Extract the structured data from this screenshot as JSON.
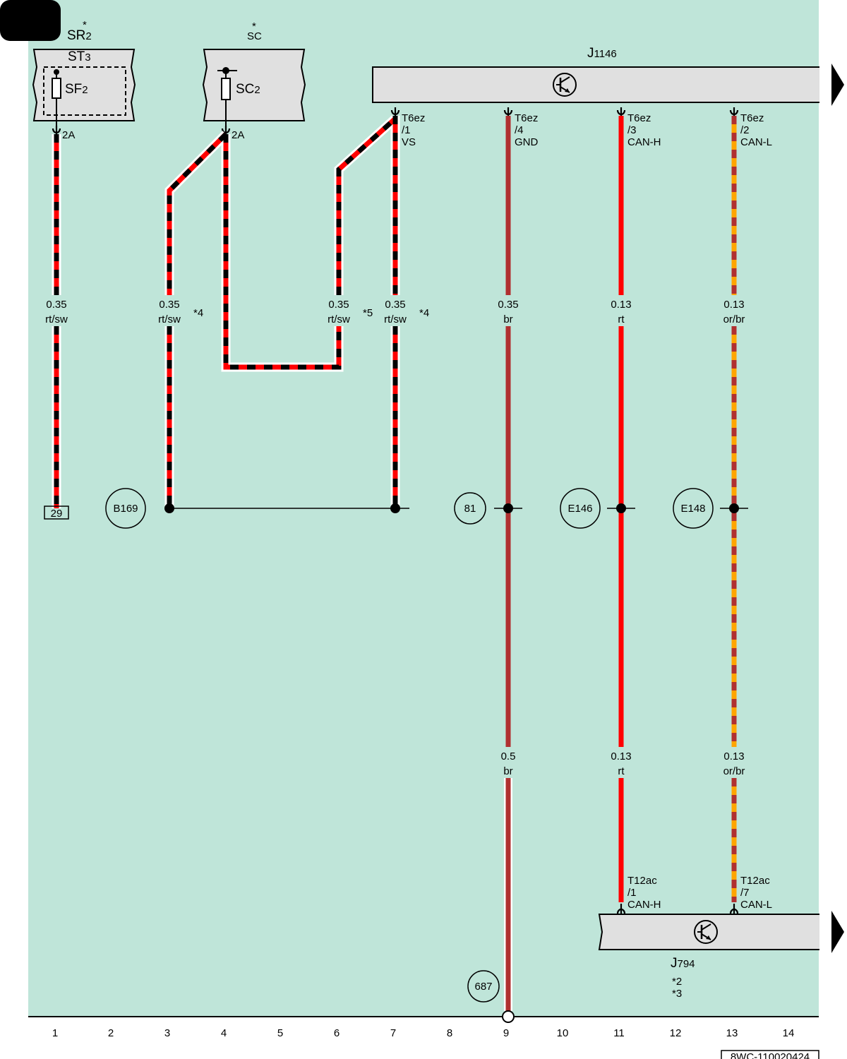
{
  "colors": {
    "background": "#bfe5d9",
    "component_fill": "#e0e0e0",
    "wire_red": "#ff0000",
    "wire_black": "#000000",
    "wire_brown": "#b03030",
    "wire_orange": "#ffa500"
  },
  "page_marker": "",
  "components": {
    "SR2": {
      "name": "SR",
      "sub": "2",
      "star": "*"
    },
    "ST3": {
      "name": "ST",
      "sub": "3"
    },
    "SF2": {
      "name": "SF",
      "sub": "2",
      "rating": "2A"
    },
    "SC": {
      "name": "SC",
      "star": "*"
    },
    "SC2": {
      "name": "SC",
      "sub": "2",
      "rating": "2A"
    },
    "J1146": {
      "name": "J",
      "sub": "1146"
    },
    "J794": {
      "name": "J",
      "sub": "794",
      "notes": [
        "*2",
        "*3"
      ]
    }
  },
  "pins": {
    "j1146_p1": {
      "conn": "T6ez",
      "pin": "/1",
      "sig": "VS"
    },
    "j1146_p4": {
      "conn": "T6ez",
      "pin": "/4",
      "sig": "GND"
    },
    "j1146_p3": {
      "conn": "T6ez",
      "pin": "/3",
      "sig": "CAN-H"
    },
    "j1146_p2": {
      "conn": "T6ez",
      "pin": "/2",
      "sig": "CAN-L"
    },
    "j794_p1": {
      "conn": "T12ac",
      "pin": "/1",
      "sig": "CAN-H"
    },
    "j794_p7": {
      "conn": "T12ac",
      "pin": "/7",
      "sig": "CAN-L"
    }
  },
  "wires": {
    "w1": {
      "size": "0.35",
      "color": "rt/sw"
    },
    "w3": {
      "size": "0.35",
      "color": "rt/sw",
      "note": "*4"
    },
    "w6": {
      "size": "0.35",
      "color": "rt/sw",
      "note": "*5"
    },
    "w7": {
      "size": "0.35",
      "color": "rt/sw",
      "note": "*4"
    },
    "w9a": {
      "size": "0.35",
      "color": "br"
    },
    "w9b": {
      "size": "0.5",
      "color": "br"
    },
    "w11a": {
      "size": "0.13",
      "color": "rt"
    },
    "w11b": {
      "size": "0.13",
      "color": "rt"
    },
    "w13a": {
      "size": "0.13",
      "color": "or/br"
    },
    "w13b": {
      "size": "0.13",
      "color": "or/br"
    }
  },
  "refs": {
    "b169": "B169",
    "r81": "81",
    "e146": "E146",
    "e148": "E148",
    "r687": "687",
    "t29": "29"
  },
  "axis_numbers": [
    "1",
    "2",
    "3",
    "4",
    "5",
    "6",
    "7",
    "8",
    "9",
    "10",
    "11",
    "12",
    "13",
    "14"
  ],
  "doc_code": "8WC-110020424"
}
